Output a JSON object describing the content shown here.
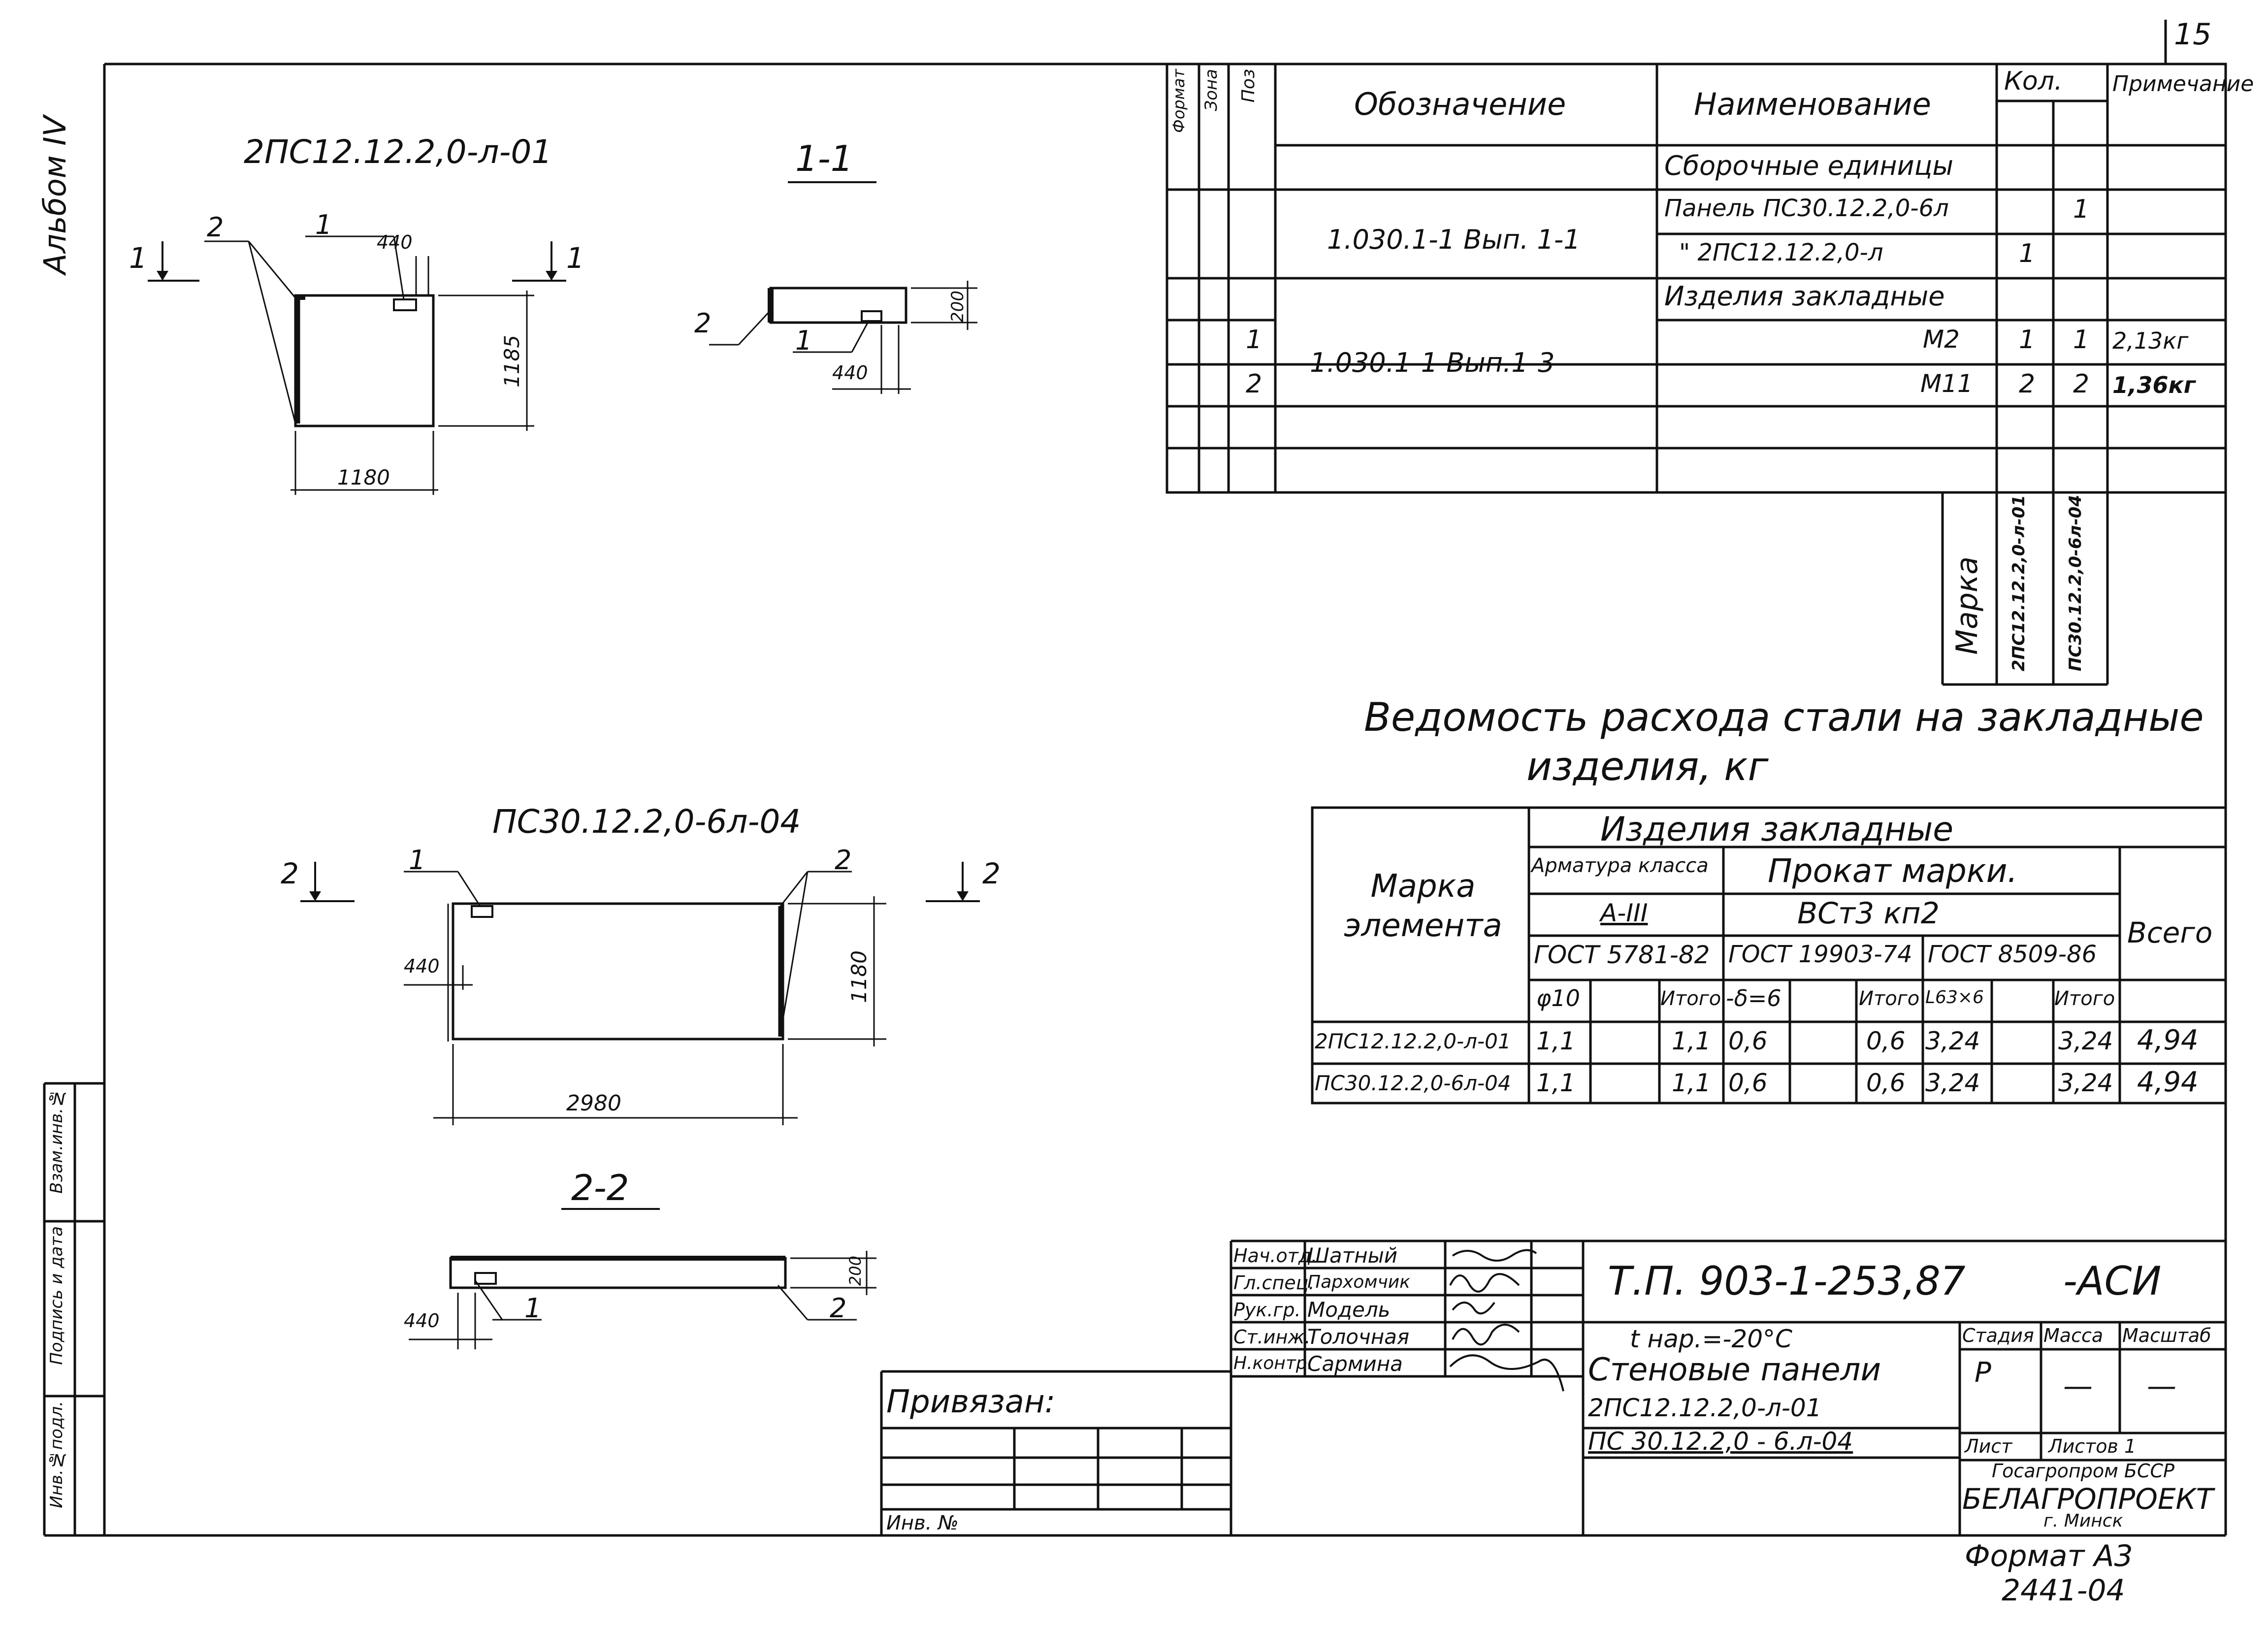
{
  "page_number": "15",
  "album_label": "Альбом IV",
  "side_stamp": {
    "inv_podl": "Инв.№подл.",
    "podpis": "Подпись и дата",
    "vzam": "Взам.инв.№"
  },
  "drawing1": {
    "title": "2ПС12.12.2,0-л-01",
    "cut_label": "1",
    "leader1": "1",
    "leader2": "2",
    "dim_440": "440",
    "dim_1185": "1185",
    "dim_1180": "1180"
  },
  "section11": {
    "title": "1-1",
    "leader1": "1",
    "leader2": "2",
    "dim_200": "200",
    "dim_440": "440"
  },
  "drawing2": {
    "title": "ПС30.12.2,0-6л-04",
    "cut_label": "2",
    "leader1": "1",
    "leader2": "2",
    "dim_440": "440",
    "dim_1180": "1180",
    "dim_2980": "2980"
  },
  "section22": {
    "title": "2-2",
    "leader1": "1",
    "leader2": "2",
    "dim_200": "200",
    "dim_440": "440"
  },
  "spec_table": {
    "headers": {
      "format": "Формат",
      "zona": "Зона",
      "poz": "Поз",
      "oboznachenie": "Обозначение",
      "naimenovanie": "Наименование",
      "kol": "Кол.",
      "primechanie": "Примечание"
    },
    "rows": {
      "sb_units": "Сборочные единицы",
      "doc1": "1.030.1-1 Вып. 1-1",
      "panel1": "Панель ПС30.12.2,0-6л",
      "panel1_q2": "1",
      "panel2": "\"     2ПС12.12.2,0-л",
      "panel2_q1": "1",
      "izdelia": "Изделия закладные",
      "doc2": "1.030.1-1 Вып.1-3",
      "poz1": "1",
      "poz2": "2",
      "m2": "М2",
      "m2_q1": "1",
      "m2_q2": "1",
      "m2_note": "2,13кг",
      "m11": "М11",
      "m11_q1": "2",
      "m11_q2": "2",
      "m11_note": "1,36кг"
    },
    "marka_label": "Марка",
    "marka_col1": "2ПС12.12.2,0-л-01",
    "marka_col2": "ПС30.12.2,0-6л-04"
  },
  "steel_title_line1": "Ведомость расхода стали на закладные",
  "steel_title_line2": "изделия, кг",
  "steel_table": {
    "marka_elementa": "Марка элемента",
    "izdelia_zakladnye": "Изделия закладные",
    "armatura": "Арматура класса",
    "a3": "А-III",
    "gost5781": "ГОСТ 5781-82",
    "prokat": "Прокат марки.",
    "vst3": "ВСт3 кп2",
    "gost19903": "ГОСТ 19903-74",
    "gost8509": "ГОСТ 8509-86",
    "vsego": "Всего",
    "sub": [
      "φ10",
      "",
      "Итого",
      "-δ=6",
      "",
      "Итого",
      "L63×6",
      "",
      "Итого"
    ],
    "rows": [
      {
        "name": "2ПС12.12.2,0-л-01",
        "v": [
          "1,1",
          "",
          "1,1",
          "0,6",
          "",
          "0,6",
          "3,24",
          "",
          "3,24",
          "4,94"
        ]
      },
      {
        "name": "ПС30.12.2,0-6л-04",
        "v": [
          "1,1",
          "",
          "1,1",
          "0,6",
          "",
          "0,6",
          "3,24",
          "",
          "3,24",
          "4,94"
        ]
      }
    ]
  },
  "stamp": {
    "roles": [
      "Нач.отд.",
      "Гл.спец.",
      "Рук.гр.",
      "Ст.инж.",
      "Н.контр."
    ],
    "names": [
      "Шатный",
      "Пархомчик",
      "Модель",
      "Толочная",
      "Сармина"
    ],
    "code": "Т.П. 903-1-253,87",
    "code_suffix": "-АСИ",
    "temp": "t нар.=-20°С",
    "desc1": "Стеновые панели",
    "desc2": "2ПС12.12.2,0-л-01",
    "desc3": "ПС 30.12.2,0 - 6.л-04",
    "stadia": "Стадия",
    "massa": "Масса",
    "masshtab": "Масштаб",
    "stadia_val": "Р",
    "massa_val": "—",
    "masshtab_val": "—",
    "list": "Лист",
    "listov": "Листов 1",
    "org1": "Госагропром БССР",
    "org2": "БЕЛАГРОПРОЕКТ",
    "org3": "г. Минск",
    "privyazan": "Привязан:",
    "inv": "Инв. №"
  },
  "format_label": "Формат А3",
  "sheet_code": "2441-04"
}
